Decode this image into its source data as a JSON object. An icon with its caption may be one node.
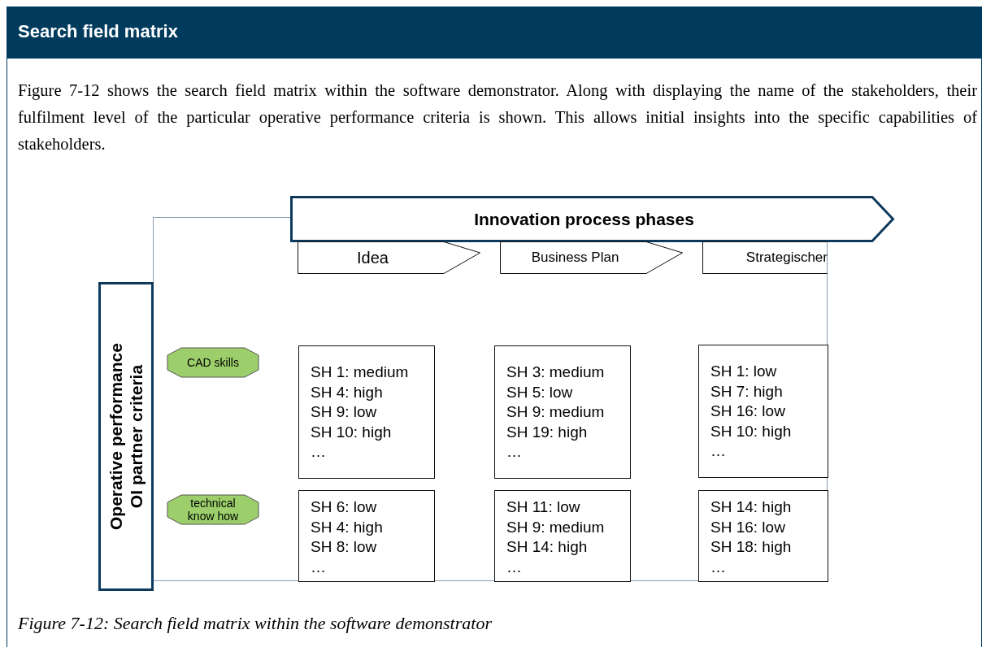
{
  "diagram": {
    "title": "Search field matrix",
    "caption": "Figure 7-12: Search field matrix within the software demonstrator",
    "labels": [
      "Figure 7-12 shows the search field matrix within the software demonstrator. Along with displaying the name of the stakeholders, their fulfilment level of the particular operative performance criteria is shown. This allows initial insights into the specific capabilities of stakeholders."
    ],
    "nodes": [
      {
        "text": [
          "Innovation process phases"
        ]
      },
      {
        "text": [
          "Idea"
        ]
      },
      {
        "text": [
          "Business Plan"
        ]
      },
      {
        "text": [
          "Strategischer"
        ]
      },
      {
        "text": [
          "Operative performance OI partner criteria"
        ]
      },
      {
        "text": [
          "CAD skills"
        ]
      },
      {
        "text": [
          "technical know how"
        ]
      },
      {
        "text": [
          "SH 1: medium",
          "SH 4: high",
          "SH 9: low",
          "SH 10: high",
          "…"
        ]
      },
      {
        "text": [
          "SH 3: medium",
          "SH 5: low",
          "SH 9: medium",
          "SH 19: high",
          "…"
        ]
      },
      {
        "text": [
          "SH 1: low",
          "SH 7: high",
          "SH 16: low",
          "SH 10: high",
          "…"
        ]
      },
      {
        "text": [
          "SH 6: low",
          "SH 4: high",
          "SH 8: low",
          "…"
        ]
      },
      {
        "text": [
          "SH 11: low",
          "SH 9: medium",
          "SH 14: high",
          "…"
        ]
      },
      {
        "text": [
          "SH 14: high",
          "SH 16: low",
          "SH 18: high",
          "…"
        ]
      }
    ],
    "edges": []
  }
}
